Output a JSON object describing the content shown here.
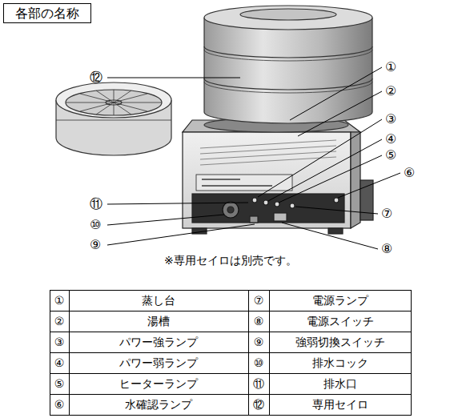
{
  "diagram": {
    "title": "各部の名称",
    "labels": [
      "①",
      "②",
      "③",
      "④",
      "⑤",
      "⑥",
      "⑦",
      "⑧",
      "⑨",
      "⑩",
      "⑪",
      "⑫",
      "※専用セイロは別売です。",
      "①",
      "蒸し台",
      "⑦",
      "電源ランプ",
      "②",
      "湯槽",
      "⑧",
      "電源スイッチ",
      "③",
      "パワー強ランプ",
      "⑨",
      "強弱切換スイッチ",
      "④",
      "パワー弱ランプ",
      "⑩",
      "排水コック",
      "⑤",
      "ヒーターランプ",
      "⑪",
      "排水口",
      "⑥",
      "水確認ランプ",
      "⑫",
      "専用セイロ"
    ]
  }
}
